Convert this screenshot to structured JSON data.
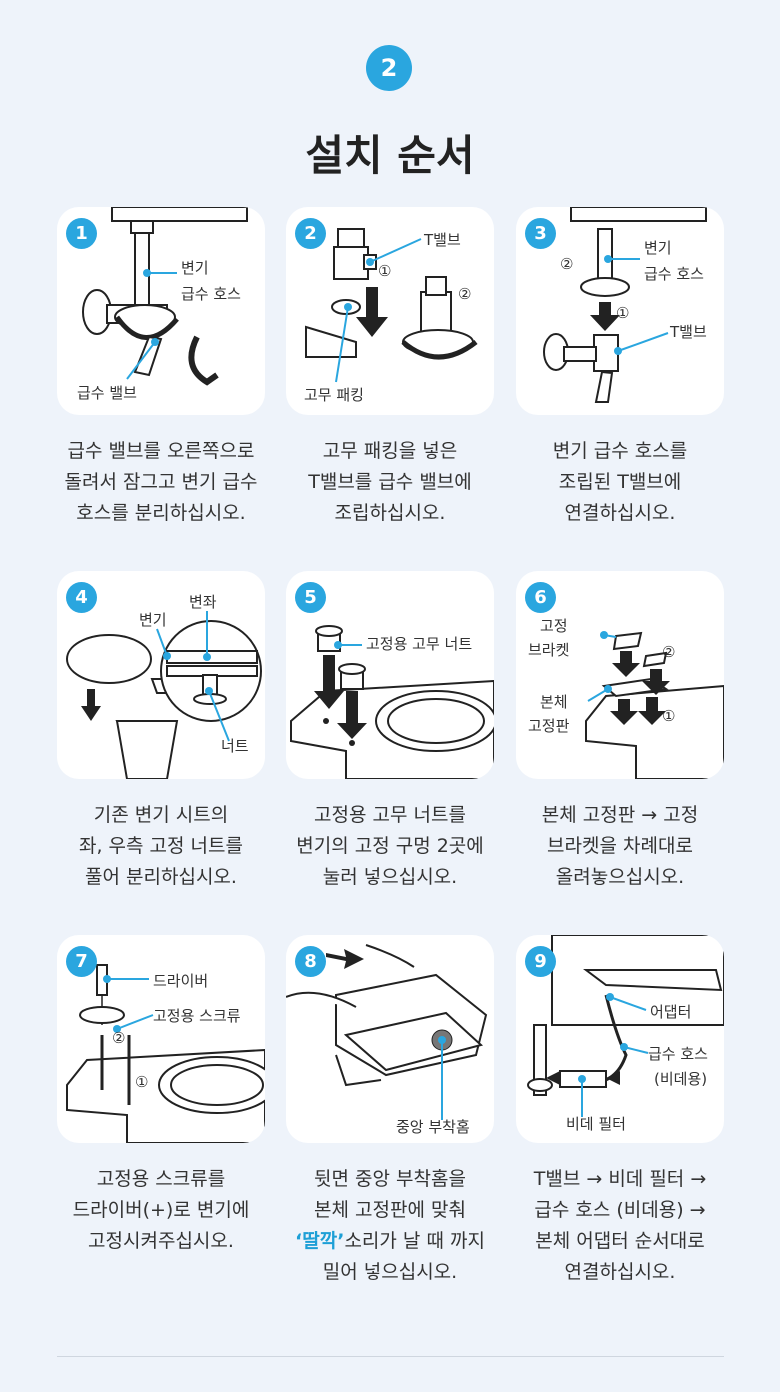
{
  "header": {
    "step_number": "2",
    "title": "설치 순서"
  },
  "steps": [
    {
      "num": "1",
      "labels": [
        "변기",
        "급수 호스",
        "급수 밸브"
      ],
      "desc": [
        "급수 밸브를 오른쪽으로",
        "돌려서 잠그고 변기 급수",
        "호스를 분리하십시오."
      ]
    },
    {
      "num": "2",
      "labels": [
        "T밸브",
        "①",
        "②",
        "고무 패킹"
      ],
      "desc": [
        "고무 패킹을 넣은",
        "T밸브를 급수 밸브에",
        "조립하십시오."
      ]
    },
    {
      "num": "3",
      "labels": [
        "변기",
        "급수 호스",
        "②",
        "①",
        "T밸브"
      ],
      "desc": [
        "변기 급수 호스를",
        "조립된 T밸브에",
        "연결하십시오."
      ]
    },
    {
      "num": "4",
      "labels": [
        "변좌",
        "변기",
        "너트"
      ],
      "desc": [
        "기존 변기 시트의",
        "좌, 우측 고정 너트를",
        "풀어 분리하십시오."
      ]
    },
    {
      "num": "5",
      "labels": [
        "고정용 고무 너트"
      ],
      "desc": [
        "고정용 고무 너트를",
        "변기의 고정 구멍 2곳에",
        "눌러 넣으십시오."
      ]
    },
    {
      "num": "6",
      "labels": [
        "고정",
        "브라켓",
        "②",
        "본체",
        "고정판",
        "①"
      ],
      "desc": [
        "본체 고정판 → 고정",
        "브라켓을 차례대로",
        "올려놓으십시오."
      ]
    },
    {
      "num": "7",
      "labels": [
        "드라이버",
        "고정용 스크류",
        "②",
        "①"
      ],
      "desc": [
        "고정용 스크류를",
        "드라이버(+)로 변기에",
        "고정시켜주십시오."
      ]
    },
    {
      "num": "8",
      "labels": [
        "중앙 부착홈"
      ],
      "desc_hl": "‘딸깍’",
      "desc": [
        "뒷면 중앙 부착홈을",
        "본체 고정판에 맞춰",
        "소리가 날 때 까지",
        "밀어 넣으십시오."
      ]
    },
    {
      "num": "9",
      "labels": [
        "어댑터",
        "급수 호스",
        "(비데용)",
        "비데 필터"
      ],
      "desc": [
        "T밸브 → 비데 필터 →",
        "급수 호스 (비데용) →",
        "본체 어댑터 순서대로",
        "연결하십시오."
      ]
    }
  ],
  "colors": {
    "accent": "#2aa6df",
    "background": "#eef3fa",
    "card": "#ffffff"
  }
}
